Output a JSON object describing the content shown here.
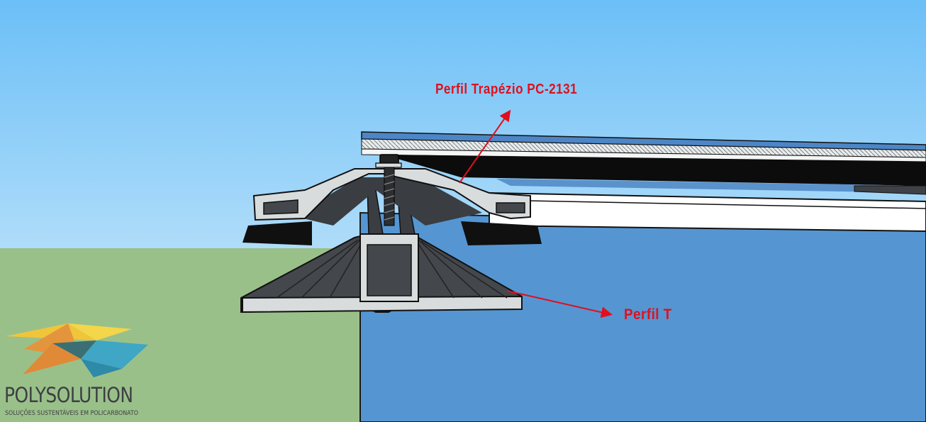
{
  "callouts": {
    "trapezio": "Perfil Trapézio PC-2131",
    "perfil_t": "Perfil T"
  },
  "brand": {
    "name": "POLYSOLUTION",
    "tagline": "SOLUÇÕES SUSTENTÁVEIS EM POLICARBONATO"
  },
  "colors": {
    "callout": "#e0101e",
    "sky": "#6fc1f7",
    "ground": "#9ac08a",
    "wall": "#5596d2",
    "profile_dark": "#44474b",
    "aluminum": "#d9dcdd"
  }
}
